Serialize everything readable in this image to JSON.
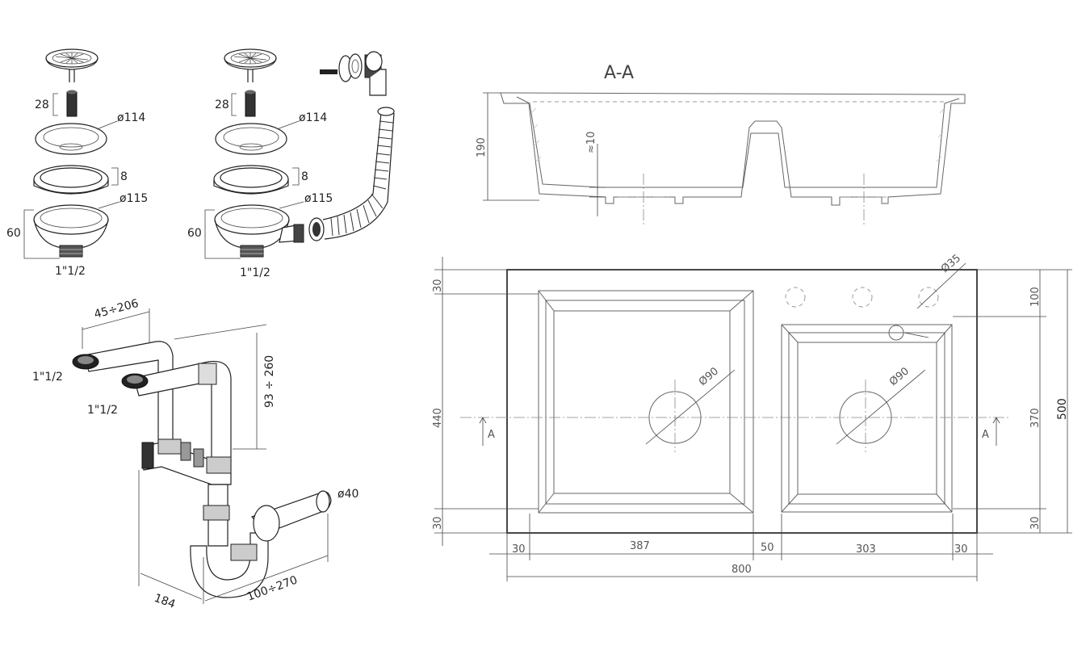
{
  "strainer_left": {
    "dims": [
      "28",
      "ø114",
      "8",
      "ø115",
      "60"
    ],
    "thread": "1\"1/2"
  },
  "strainer_right": {
    "dims": [
      "28",
      "ø114",
      "8",
      "ø115",
      "60"
    ],
    "thread": "1\"1/2"
  },
  "siphon": {
    "dims": [
      "45÷206",
      "93 ÷ 260",
      "ø40",
      "184",
      "100÷270"
    ],
    "inlet1": "1\"1/2",
    "inlet2": "1\"1/2"
  },
  "section": {
    "title": "A-A",
    "height": "190",
    "rim": "≈10"
  },
  "plan": {
    "tap_hole": "Ø35",
    "drain_left": "Ø90",
    "drain_right": "Ø90",
    "section_mark_left": "A",
    "section_mark_right": "A",
    "left_dims": [
      "30",
      "440",
      "30"
    ],
    "right_dims": [
      "100",
      "370",
      "30"
    ],
    "overall_depth": "500",
    "bottom_dims": [
      "30",
      "387",
      "50",
      "303",
      "30"
    ],
    "overall_width": "800"
  }
}
